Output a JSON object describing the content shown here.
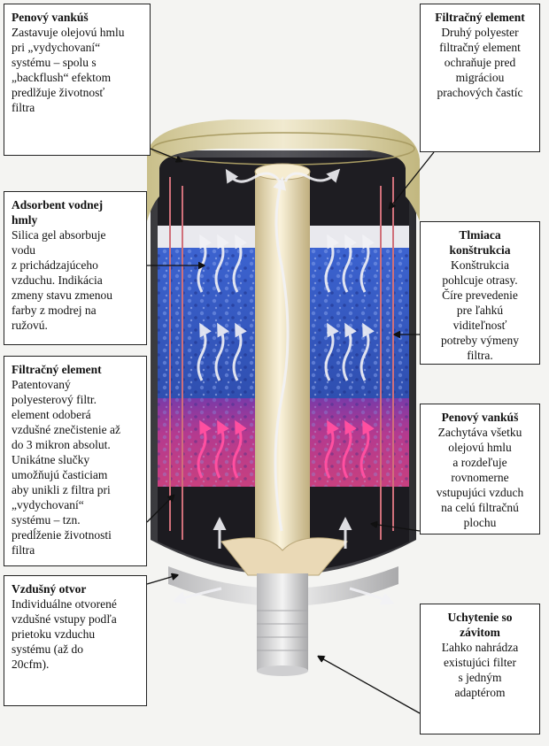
{
  "callouts": [
    {
      "id": "foam-cushion-top",
      "side": "left",
      "title": "Penový vankúš",
      "text": "Zastavuje olejovú hmlu\npri „vydychovaní“\nsystému – spolu s\n„backflush“ efektom\npredlžuje životnosť\nfiltra"
    },
    {
      "id": "filter-element-top",
      "side": "right",
      "title": "Filtračný element",
      "text": "Druhý polyester\nfiltračný element\nochraňuje pred\nmigráciou\nprachových častíc"
    },
    {
      "id": "adsorbent",
      "side": "left",
      "title": "Adsorbent vodnej\nhmly",
      "text": "Silica gel absorbuje\nvodu\nz prichádzajúceho\nvzduchu. Indikácia\nzmeny stavu zmenou\nfarby z modrej na\nružovú."
    },
    {
      "id": "damping",
      "side": "right",
      "title": "Tlmiaca\nkonštrukcia",
      "text": "Konštrukcia\npohlcuje otrasy.\nČíre prevedenie\npre ľahkú\nviditeľnosť\npotreby výmeny\nfiltra."
    },
    {
      "id": "filter-element-bottom",
      "side": "left",
      "title": "Filtračný element",
      "text": "Patentovaný\npolyesterový filtr.\nelement odoberá\nvzdušné znečistenie až\ndo 3 mikron absolut.\nUnikátne slučky\numožňujú časticiam\naby unikli z filtra pri\n„vydychovaní“\nsystému – tzn.\npredĺženie životnosti\nfiltra"
    },
    {
      "id": "foam-cushion-bottom",
      "side": "right",
      "title": "Penový vankúš",
      "text": "Zachytáva všetku\nolejovú hmlu\na rozdeľuje\nrovnomerne\nvstupujúci vzduch\nna celú filtračnú\nplochu"
    },
    {
      "id": "air-vent",
      "side": "left",
      "title": "Vzdušný otvor",
      "text": "Individuálne otvorené\nvzdušné vstupy podľa\nprietoku vzduchu\nsystému (až do\n20cfm)."
    },
    {
      "id": "thread-mount",
      "side": "right",
      "title": "Uchytenie so\nzávitom",
      "text": "Ľahko nahrádza\nexistujúci filter\ns jedným\nadaptérom"
    }
  ],
  "colors": {
    "cap": "#e6dcae",
    "silica_blue": "#3c5fc4",
    "silica_pink": "#c43a8c",
    "foam_dark": "#1e1d22",
    "tube": "#efe3bf",
    "arrow_white": "#f2f2f6",
    "arrow_pink": "#ff4fa0",
    "leader": "#111111"
  }
}
